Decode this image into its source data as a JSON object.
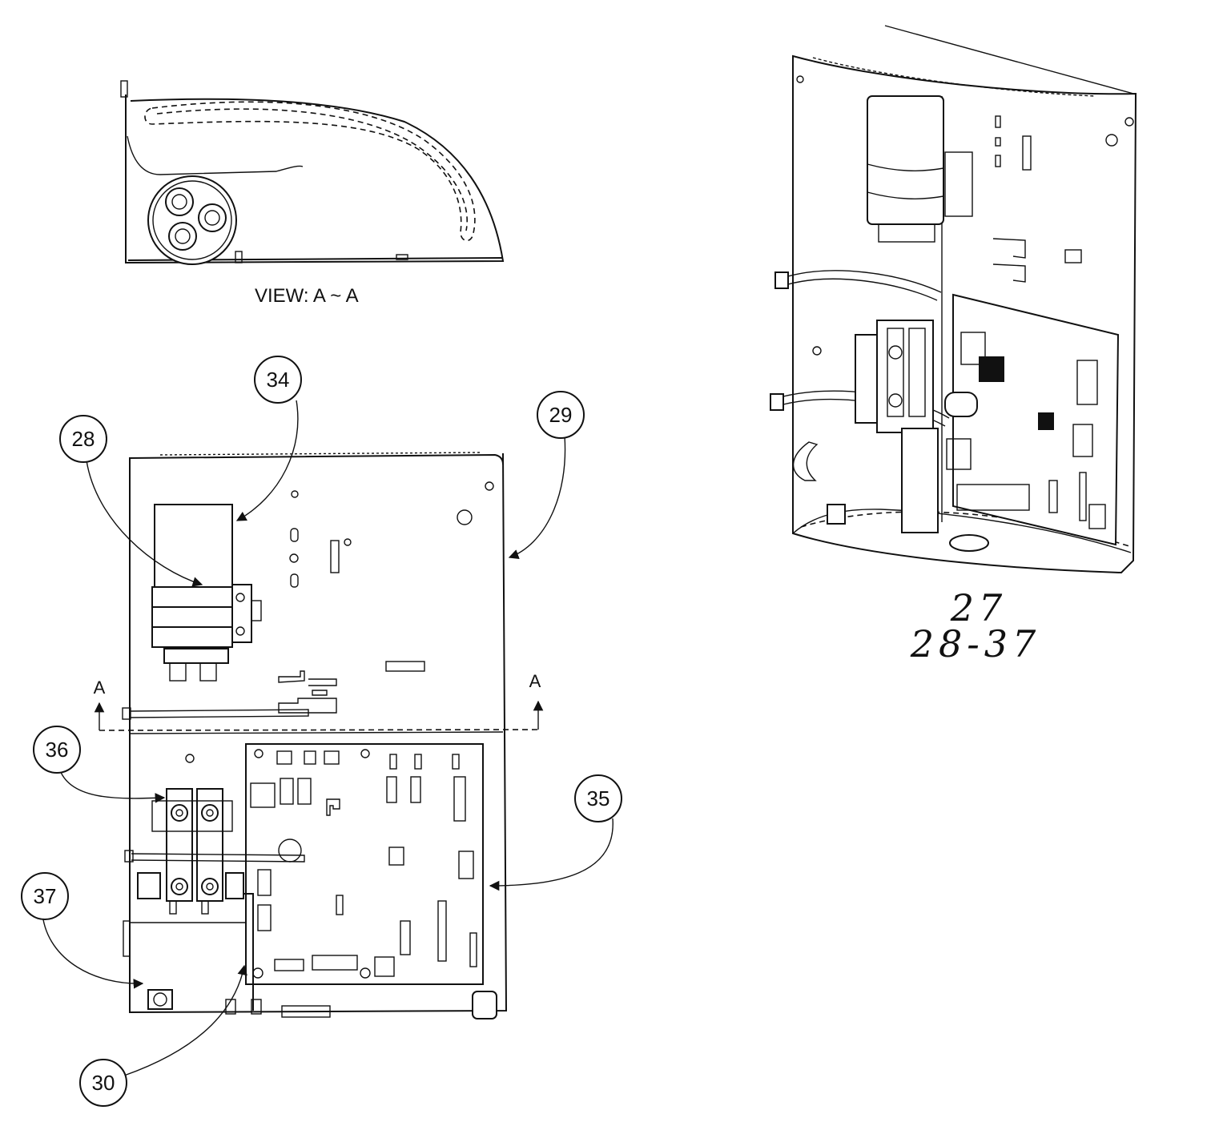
{
  "view_label": "VIEW: A ~ A",
  "section_marker": "A",
  "callouts": [
    "34",
    "28",
    "29",
    "36",
    "35",
    "37",
    "30"
  ],
  "assembly_number": "27",
  "assembly_range": "28-37"
}
